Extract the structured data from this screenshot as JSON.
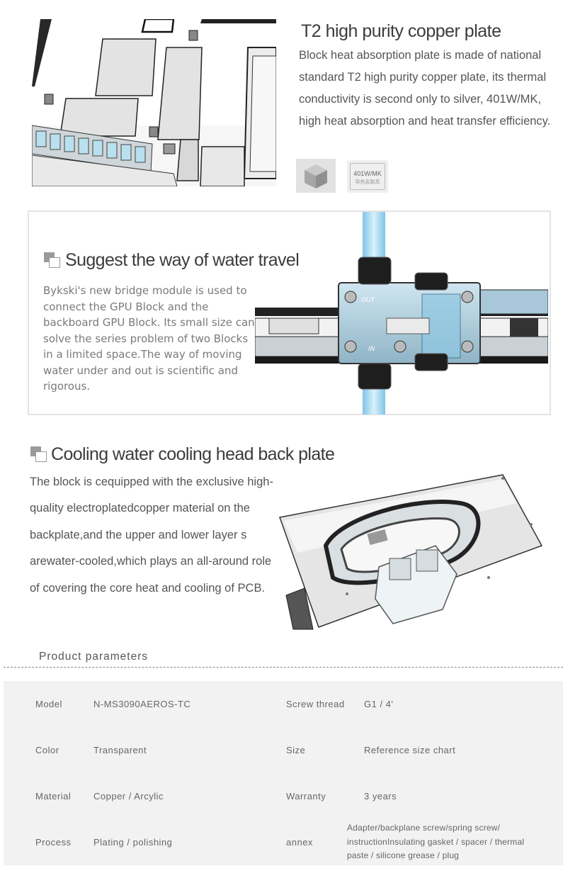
{
  "copper": {
    "title": "T2 high purity copper plate",
    "description": "Block heat absorption plate is made of national standard T2 high purity copper plate, its thermal conductivity is second only to silver, 401W/MK, high heat absorption and heat transfer efficiency.",
    "badge_value": "401W/MK",
    "badge_caption": "导热系数高",
    "badge_icon": "cube-icon"
  },
  "water_travel": {
    "title": "Suggest the way of water travel",
    "description": "Bykski's new bridge module is used to connect the GPU Block and the backboard GPU Block. Its small size can solve the series problem of two Blocks in a limited space.The way of moving water under and out is scientific and rigorous.",
    "out_label": "OUT",
    "in_label": "IN"
  },
  "back_plate": {
    "title": "Cooling water cooling head back plate",
    "description": "The block is cequipped with the exclusive high-quality electroplatedcopper material on the backplate,and the upper and lower layer s arewater-cooled,which plays an all-around role of covering the core heat and cooling of PCB."
  },
  "params": {
    "title": "Product parameters",
    "rows": [
      {
        "k1": "Model",
        "v1": "N-MS3090AEROS-TC",
        "k2": "Screw thread",
        "v2": "G1 / 4'"
      },
      {
        "k1": "Color",
        "v1": "Transparent",
        "k2": "Size",
        "v2": "Reference size chart"
      },
      {
        "k1": "Material",
        "v1": "Copper / Arcylic",
        "k2": "Warranty",
        "v2": "3 years"
      },
      {
        "k1": "Process",
        "v1": "Plating / polishing",
        "k2": "annex",
        "v2": "Adapter/backplane screw/spring screw/ instructionInsulating gasket / spacer / thermal paste / silicone grease / plug"
      }
    ]
  },
  "colors": {
    "tube_blue": "#9fd4ee",
    "row_bg": "#f2f2f2",
    "frame": "#e4e4e4"
  }
}
